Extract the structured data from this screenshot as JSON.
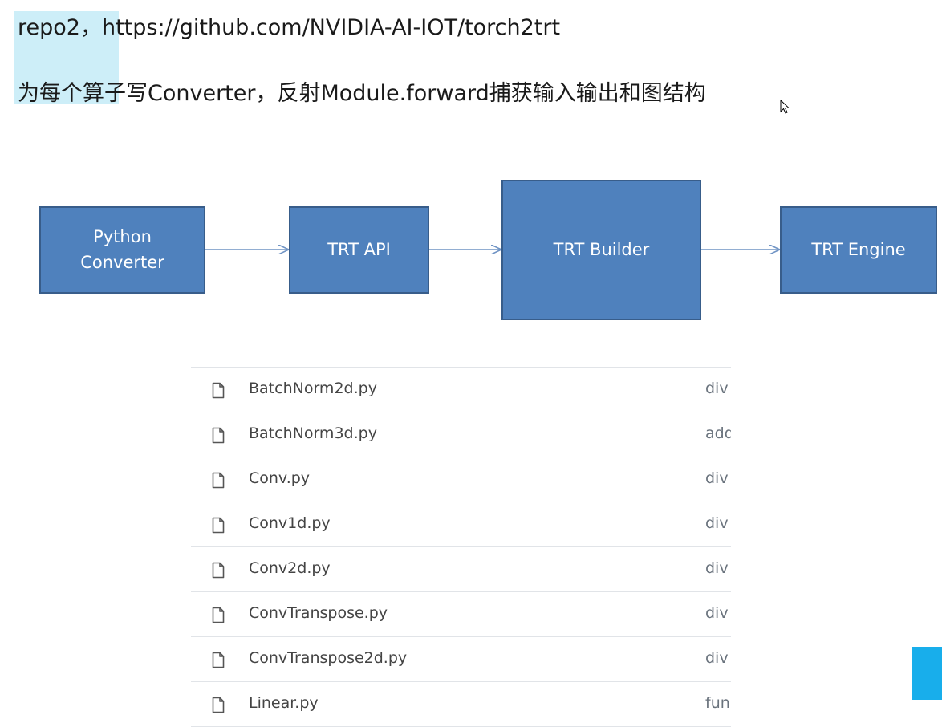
{
  "slide": {
    "line1": "repo2，https://github.com/NVIDIA-AI-IOT/torch2trt",
    "line2": "为每个算子写Converter，反射Module.forward捕获输入输出和图结构"
  },
  "diagram": {
    "python_converter_line1": "Python",
    "python_converter_line2": "Converter",
    "trt_api": "TRT API",
    "trt_builder": "TRT Builder",
    "trt_engine": "TRT Engine"
  },
  "files": [
    {
      "name": "BatchNorm2d.py",
      "msg": "div"
    },
    {
      "name": "BatchNorm3d.py",
      "msg": "add"
    },
    {
      "name": "Conv.py",
      "msg": "div"
    },
    {
      "name": "Conv1d.py",
      "msg": "div"
    },
    {
      "name": "Conv2d.py",
      "msg": "div"
    },
    {
      "name": "ConvTranspose.py",
      "msg": "div"
    },
    {
      "name": "ConvTranspose2d.py",
      "msg": "div"
    },
    {
      "name": "Linear.py",
      "msg": "fun"
    }
  ],
  "colors": {
    "box_fill": "#4f81bd",
    "box_border": "#385d8a",
    "arrow": "#6f93c4",
    "highlight": "#cdeef8",
    "tab": "#18aeeb"
  },
  "icons": [
    "file-icon",
    "mouse-cursor-icon"
  ]
}
